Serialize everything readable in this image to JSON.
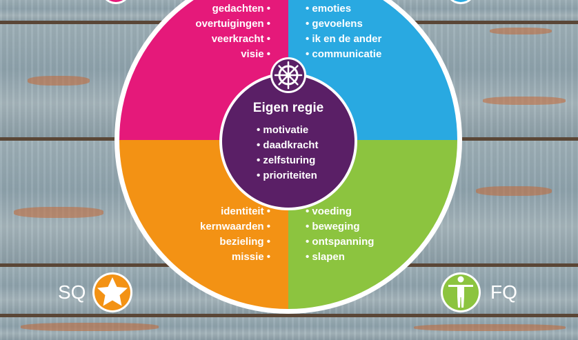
{
  "diagram": {
    "center": {
      "title": "Eigen regie",
      "items": [
        "• motivatie",
        "• daadkracht",
        "• zelfsturing",
        "• prioriteiten"
      ]
    },
    "top_left": {
      "items": [
        "gedachten •",
        "overtuigingen •",
        "veerkracht •",
        "visie •"
      ]
    },
    "top_right": {
      "items": [
        "• emoties",
        "• gevoelens",
        "• ik en de ander",
        "• communicatie"
      ]
    },
    "bottom_left": {
      "items": [
        "identiteit •",
        "kernwaarden •",
        "bezieling •",
        "missie •"
      ]
    },
    "bottom_right": {
      "items": [
        "• voeding",
        "• beweging",
        "• ontspanning",
        "• slapen"
      ]
    },
    "labels": {
      "sq": "SQ",
      "fq": "FQ"
    }
  },
  "colors": {
    "magenta": "#e5197a",
    "blue": "#29a9e1",
    "orange": "#f39214",
    "green": "#8cc43f",
    "purple": "#5a1f66"
  }
}
